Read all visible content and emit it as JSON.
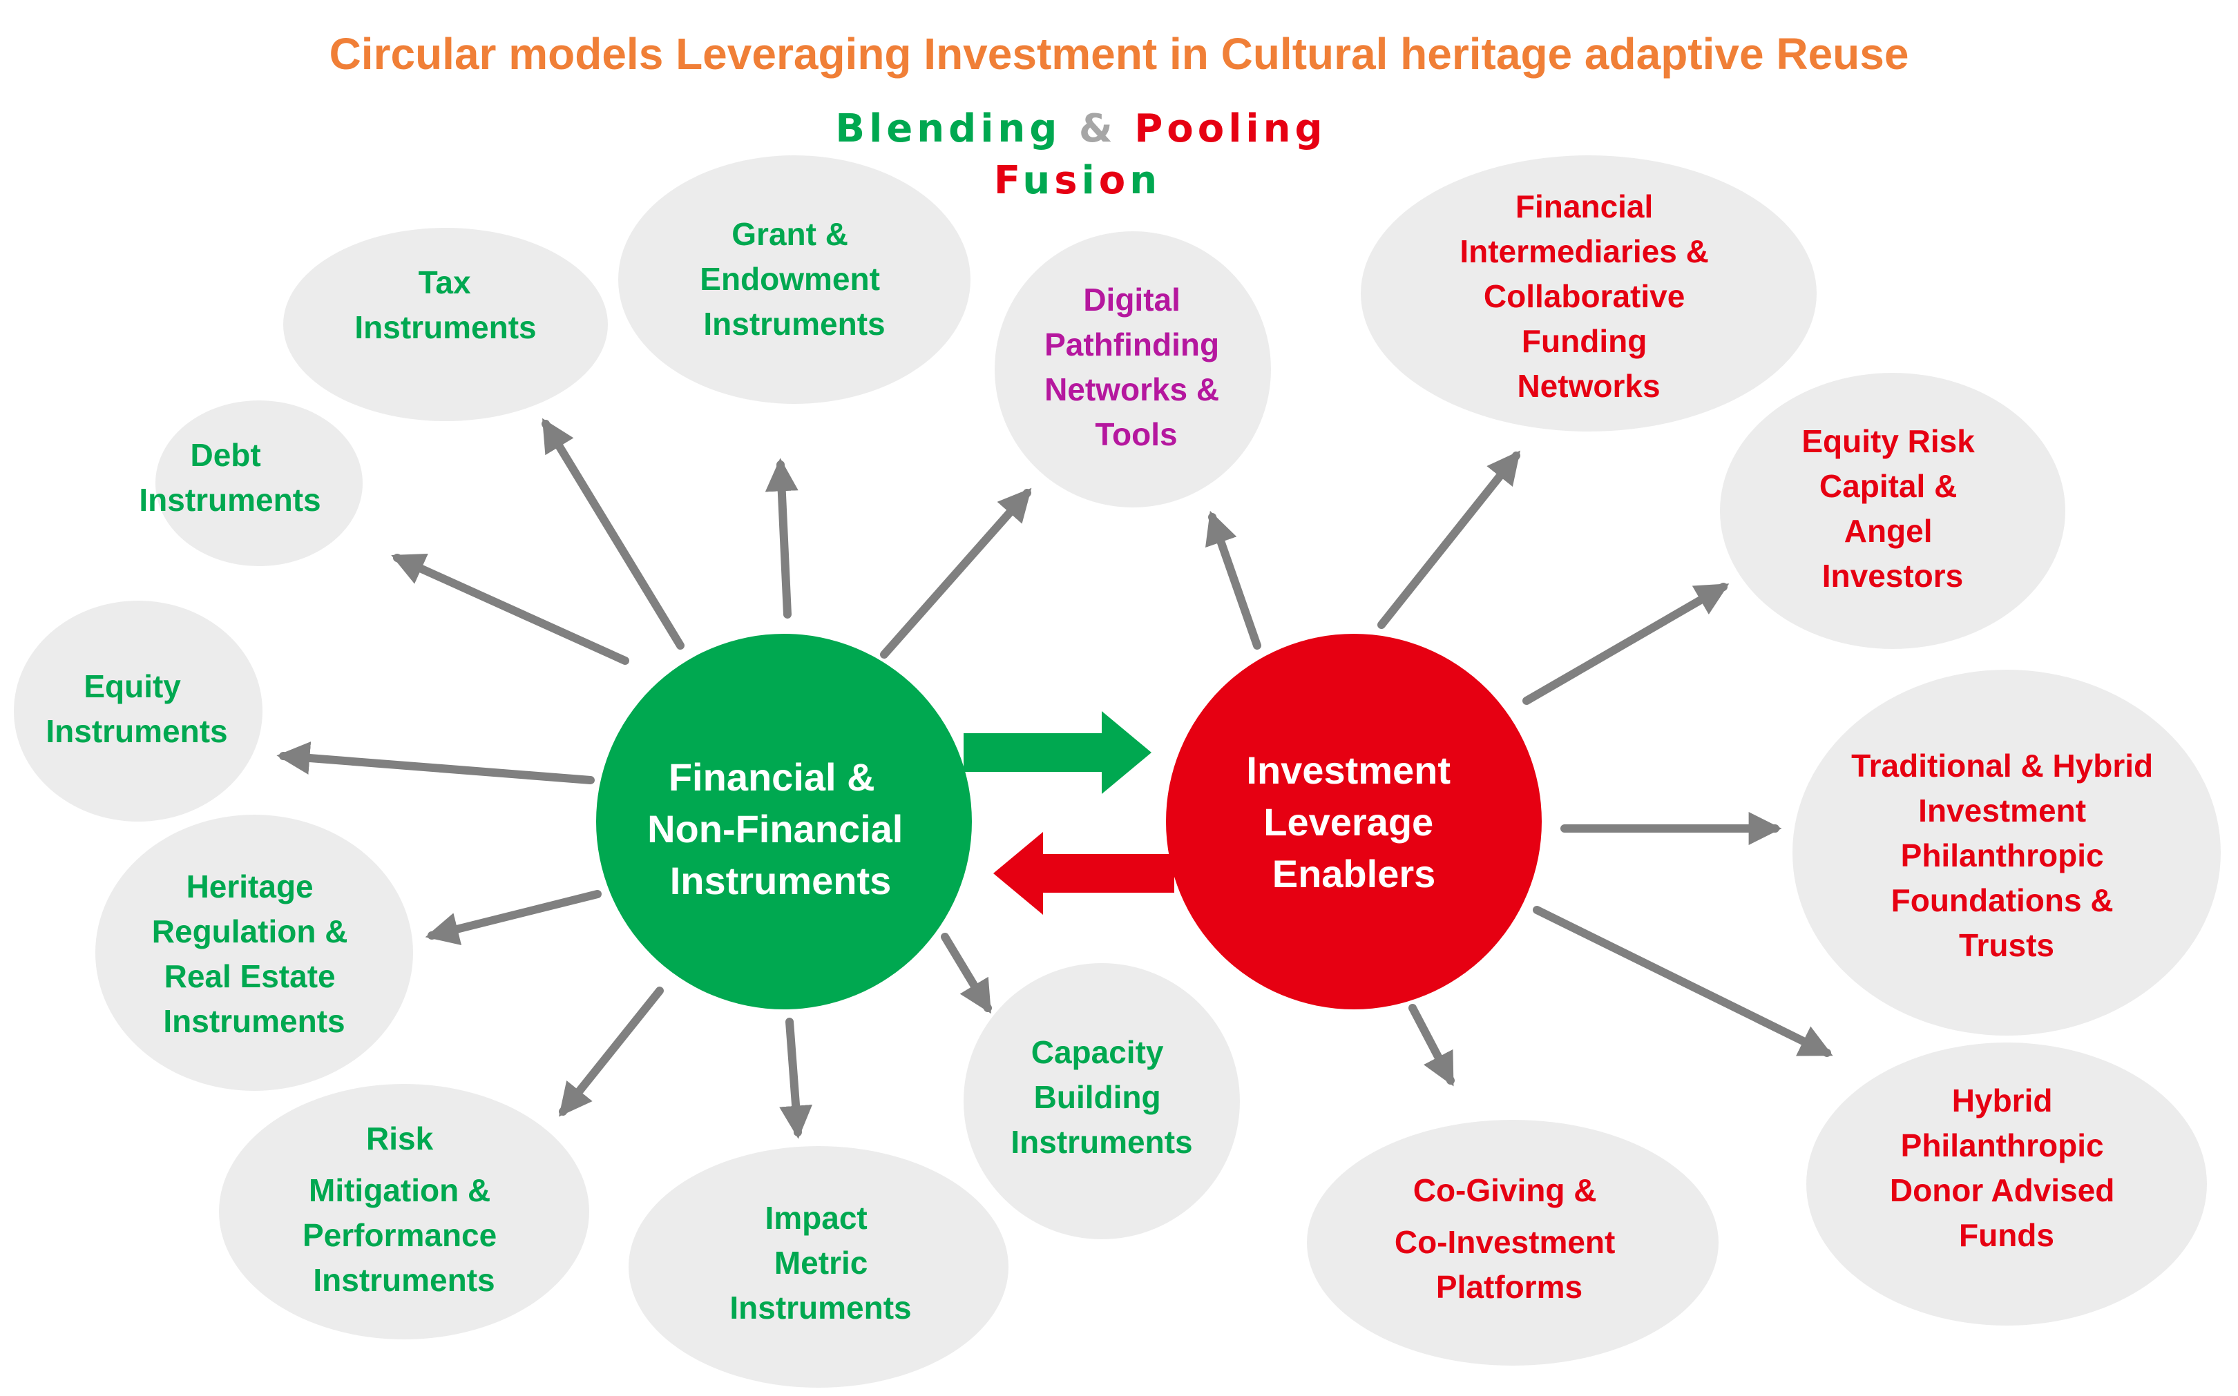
{
  "title": "Circular models Leveraging Investment in Cultural heritage adaptive Reuse",
  "subtitle": {
    "parts": [
      {
        "text": "Blending",
        "color": "#00a850"
      },
      {
        "text": " & ",
        "color": "#a6a6a6"
      },
      {
        "text": "Pooling",
        "color": "#e60012"
      }
    ],
    "fusion": [
      {
        "text": "F",
        "color": "#e60012"
      },
      {
        "text": "u",
        "color": "#00a850"
      },
      {
        "text": "s",
        "color": "#e60012"
      },
      {
        "text": "i",
        "color": "#00a850"
      },
      {
        "text": "o",
        "color": "#e60012"
      },
      {
        "text": "n",
        "color": "#00a850"
      }
    ]
  },
  "colors": {
    "title": "#f07f37",
    "green": "#00a850",
    "red": "#e60012",
    "purple": "#b5179e",
    "bubble": "#ececec",
    "arrow": "#808080",
    "hub_text": "#ffffff"
  },
  "hubs": {
    "financial": {
      "lines": [
        "Financial &",
        "Non-Financial",
        "Instruments"
      ],
      "color": "green"
    },
    "leverage": {
      "lines": [
        "Investment",
        "Leverage",
        "Enablers"
      ],
      "color": "red"
    }
  },
  "instruments": [
    {
      "id": "tax",
      "lines": [
        "Tax",
        "Instruments"
      ],
      "color": "green"
    },
    {
      "id": "grant",
      "lines": [
        "Grant &",
        "Endowment",
        "Instruments"
      ],
      "color": "green"
    },
    {
      "id": "debt",
      "lines": [
        "Debt",
        "Instruments"
      ],
      "color": "green"
    },
    {
      "id": "equity",
      "lines": [
        "Equity",
        "Instruments"
      ],
      "color": "green"
    },
    {
      "id": "heritage",
      "lines": [
        "Heritage",
        "Regulation &",
        "Real Estate",
        "Instruments"
      ],
      "color": "green"
    },
    {
      "id": "risk",
      "lines": [
        "Risk",
        "Mitigation &",
        "Performance",
        "Instruments"
      ],
      "color": "green"
    },
    {
      "id": "impact",
      "lines": [
        "Impact",
        "Metric",
        "Instruments"
      ],
      "color": "green"
    },
    {
      "id": "capacity",
      "lines": [
        "Capacity",
        "Building",
        "Instruments"
      ],
      "color": "green"
    },
    {
      "id": "digital",
      "lines": [
        "Digital",
        "Pathfinding",
        "Networks &",
        "Tools"
      ],
      "color": "purple"
    }
  ],
  "enablers": [
    {
      "id": "intermediaries",
      "lines": [
        "Financial",
        "Intermediaries &",
        "Collaborative",
        "Funding",
        "Networks"
      ],
      "color": "red"
    },
    {
      "id": "equity-risk",
      "lines": [
        "Equity Risk",
        "Capital  &",
        "Angel",
        "Investors"
      ],
      "color": "red"
    },
    {
      "id": "traditional",
      "lines": [
        "Traditional & Hybrid",
        "Investment",
        "Philanthropic",
        "Foundations &",
        "Trusts"
      ],
      "color": "red"
    },
    {
      "id": "hybrid",
      "lines": [
        "Hybrid",
        "Philanthropic",
        "Donor Advised",
        "Funds"
      ],
      "color": "red"
    },
    {
      "id": "cogiving",
      "lines": [
        "Co-Giving &",
        "Co-Investment",
        "Platforms"
      ],
      "color": "red"
    }
  ]
}
